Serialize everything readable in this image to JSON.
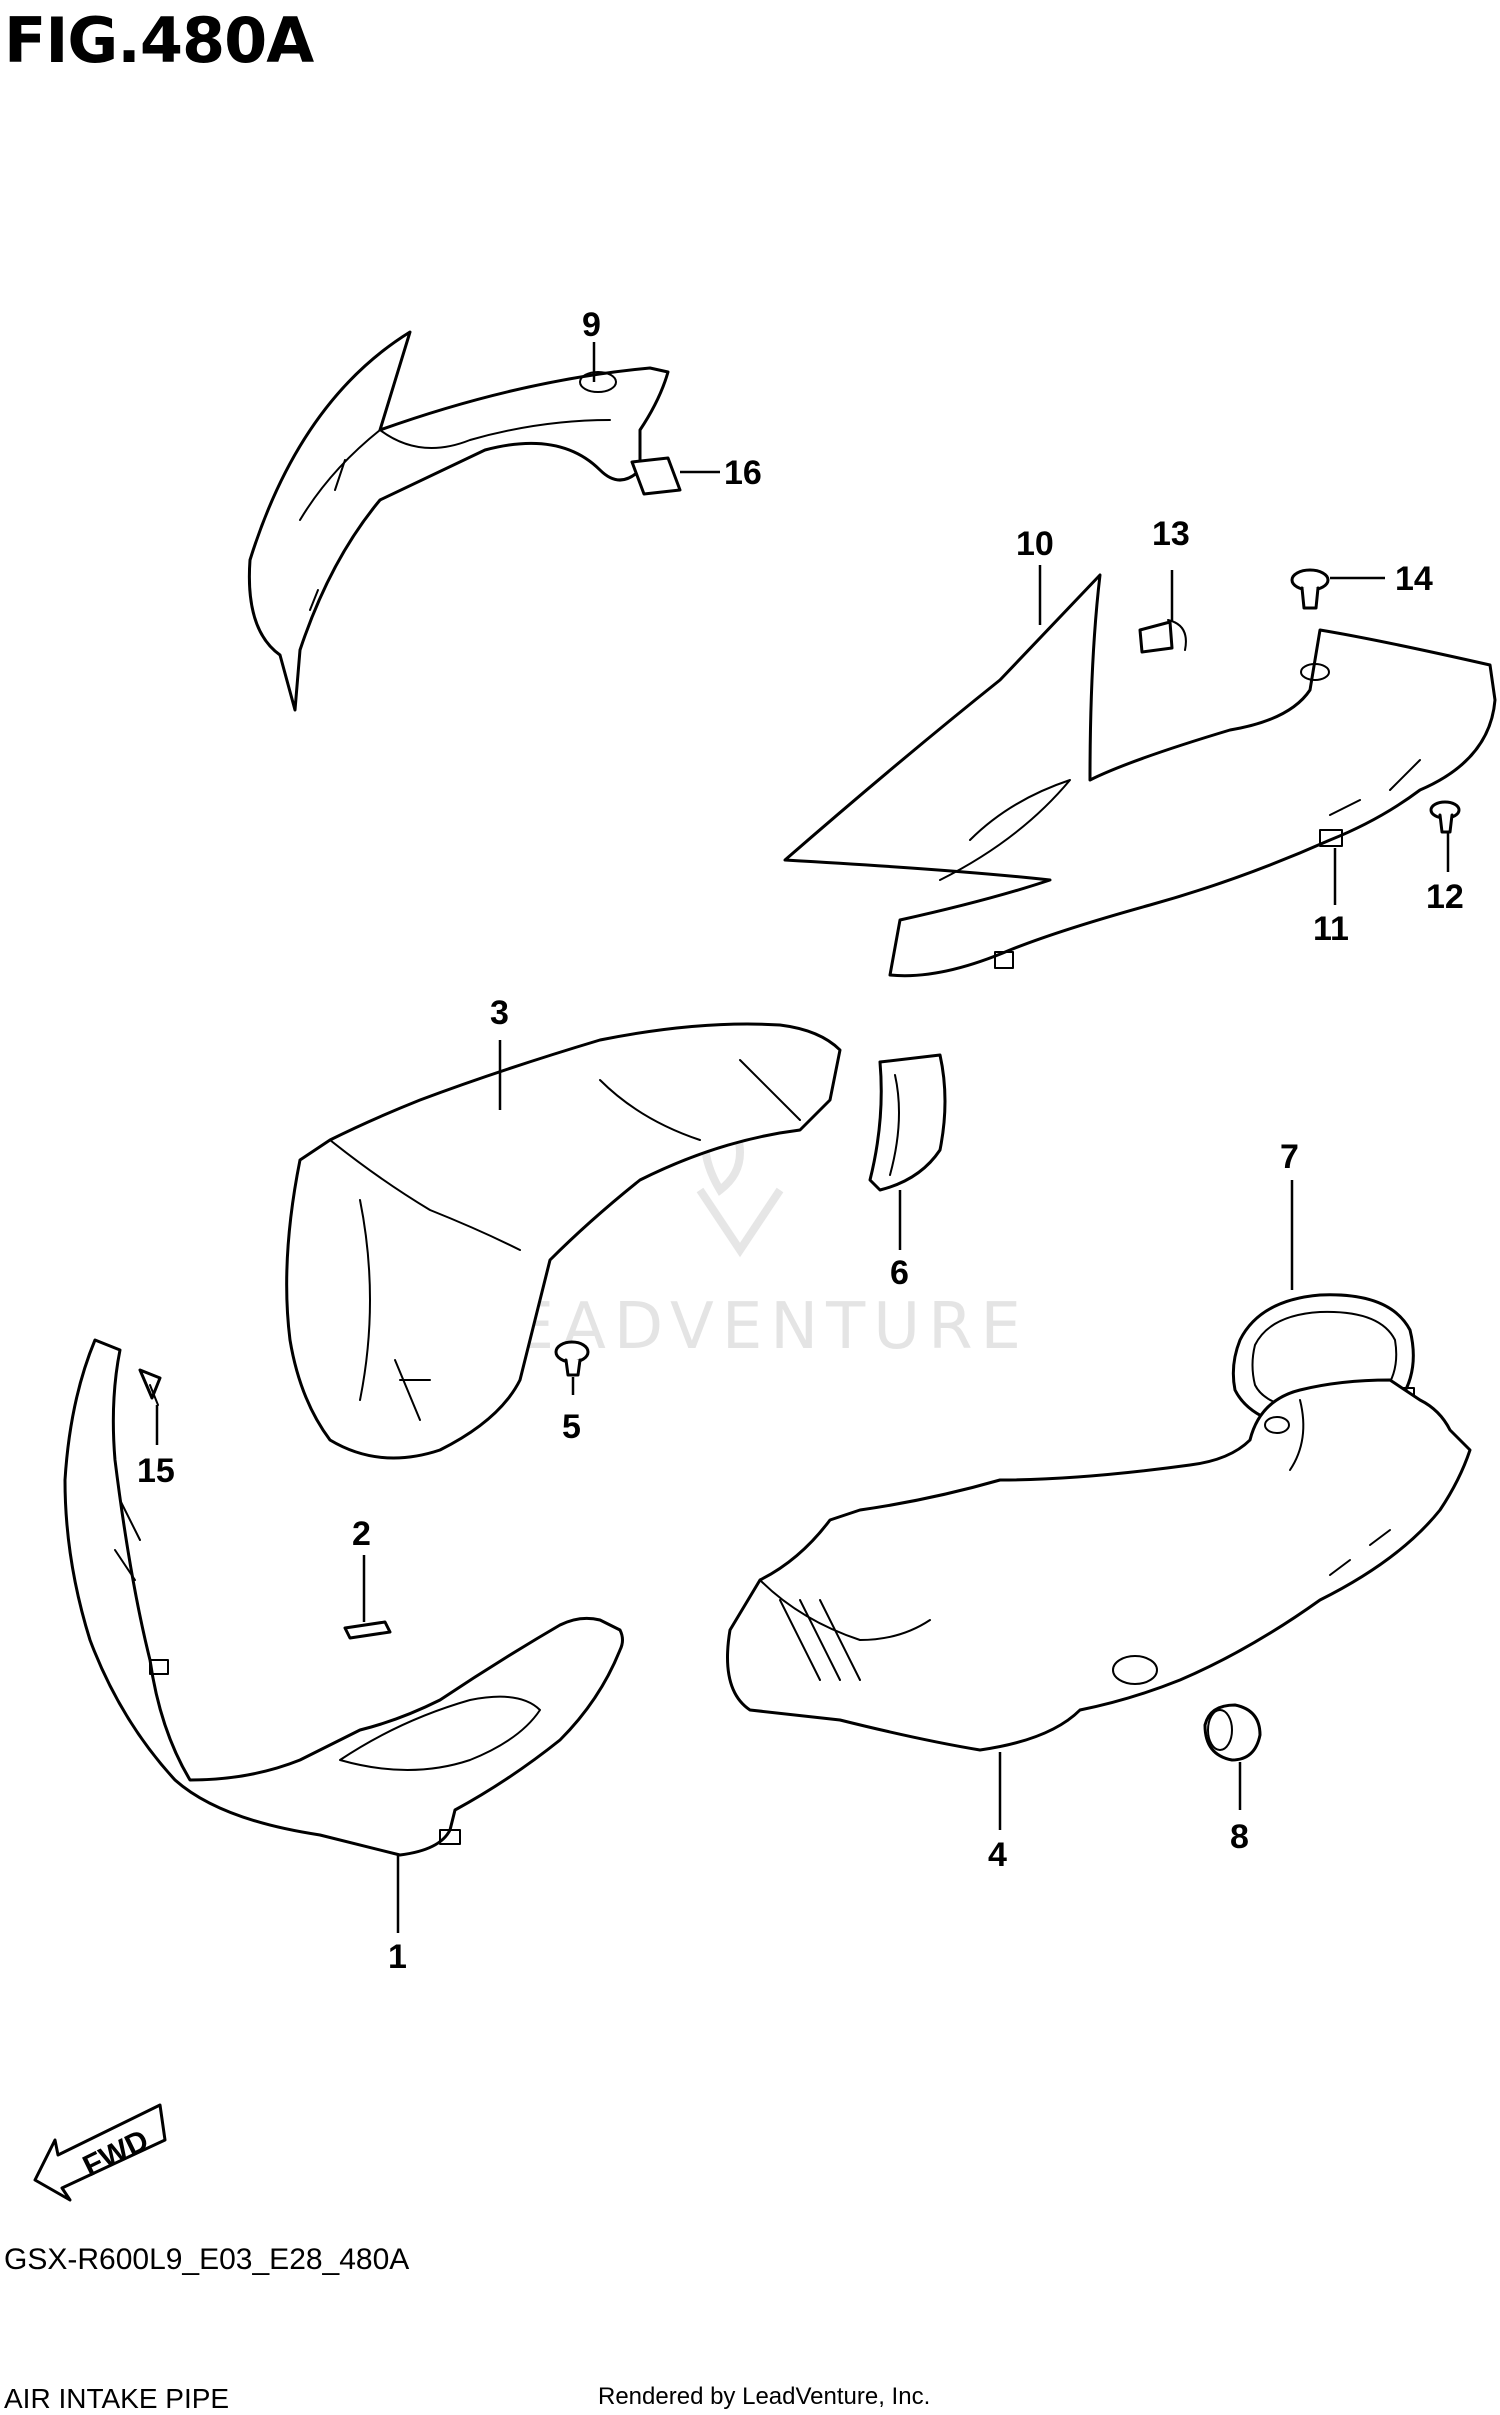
{
  "figure": {
    "title": "FIG.480A",
    "drawing_code": "GSX-R600L9_E03_E28_480A",
    "section_name": "AIR INTAKE PIPE",
    "rendered_by": "Rendered by LeadVenture, Inc.",
    "watermark": "LEADVENTURE",
    "fwd_label": "FWD"
  },
  "callouts": [
    {
      "id": "1",
      "label": "1"
    },
    {
      "id": "2",
      "label": "2"
    },
    {
      "id": "3",
      "label": "3"
    },
    {
      "id": "4",
      "label": "4"
    },
    {
      "id": "5",
      "label": "5"
    },
    {
      "id": "6",
      "label": "6"
    },
    {
      "id": "7",
      "label": "7"
    },
    {
      "id": "8",
      "label": "8"
    },
    {
      "id": "9",
      "label": "9"
    },
    {
      "id": "10",
      "label": "10"
    },
    {
      "id": "11",
      "label": "11"
    },
    {
      "id": "12",
      "label": "12"
    },
    {
      "id": "13",
      "label": "13"
    },
    {
      "id": "14",
      "label": "14"
    },
    {
      "id": "15",
      "label": "15"
    },
    {
      "id": "16",
      "label": "16"
    }
  ]
}
